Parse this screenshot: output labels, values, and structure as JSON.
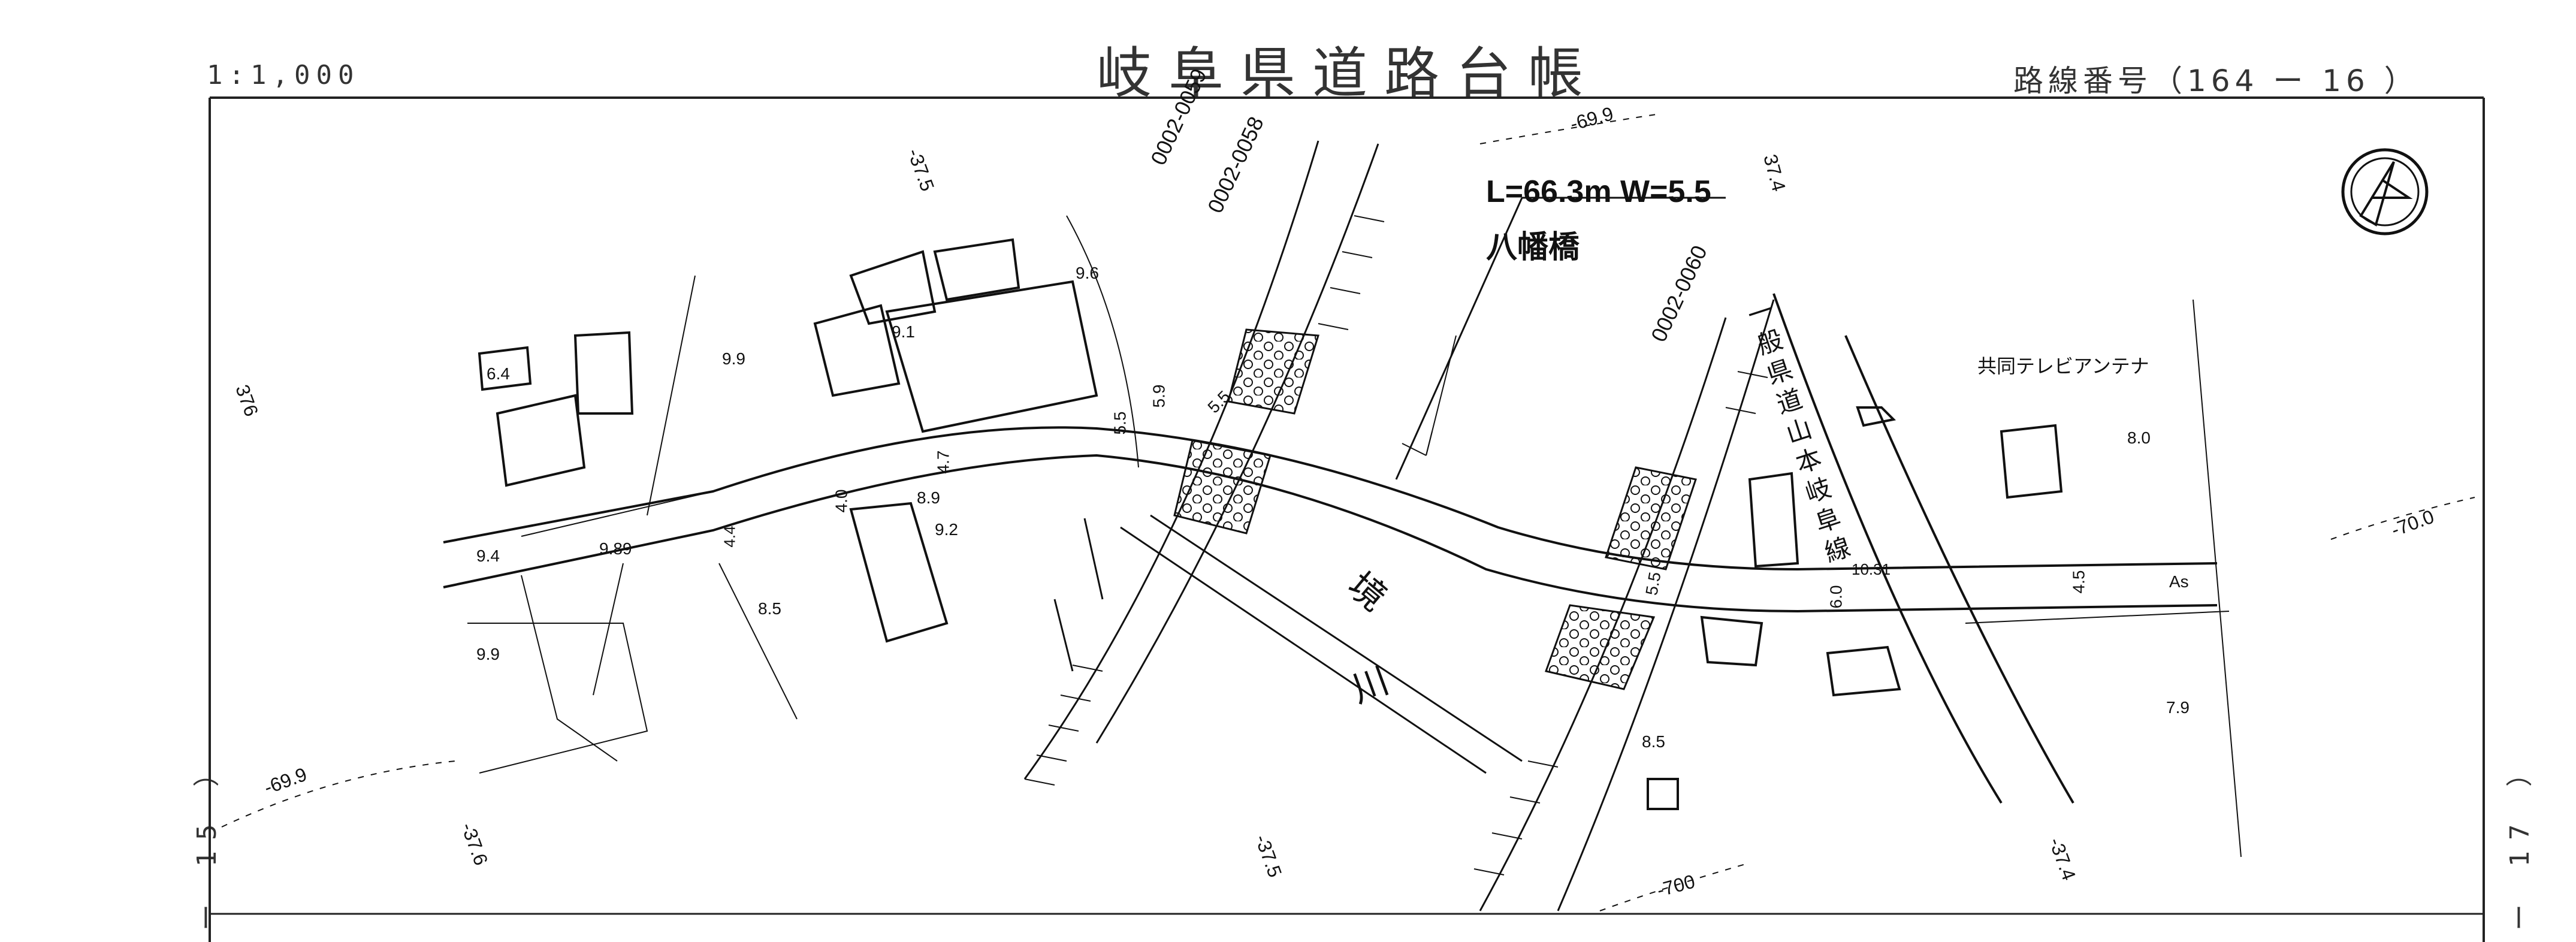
{
  "header": {
    "scale": "1:1,000",
    "title": "岐阜県道路台帳",
    "route_number": "路線番号（164 ー 16 ）"
  },
  "side_pages": {
    "left": "ー 15 ）",
    "right": "ー 17 ）"
  },
  "bridge": {
    "dimensions": "L=66.3m W=5.5",
    "name": "八幡橋"
  },
  "river": {
    "char1": "境",
    "char2": "川"
  },
  "road_name": "一般県道山本岐阜線",
  "codes": {
    "c59": "0002-0059",
    "c58": "0002-0058",
    "c60": "0002-0060"
  },
  "facility": "共同テレビアンテナ",
  "contours": {
    "c375a": "-37.5",
    "c376a": "376",
    "c699a": "-69.9",
    "c374a": "37.4",
    "c699b": "-69.9",
    "c376b": "-37.6",
    "c375b": "-37.5",
    "c700a": "-700",
    "c374b": "-37.4",
    "c700b": "-70.0"
  },
  "widths": {
    "w59": "5.9",
    "w55a": "5.5",
    "w55b": "5.5",
    "w55c": "5.5",
    "w47": "4.7",
    "w40": "4.0",
    "w44": "4.4",
    "w60": "6.0",
    "w45": "4.5",
    "w1031": "10.31"
  },
  "spots": {
    "s64": "6.4",
    "s99a": "9.9",
    "s91": "9.1",
    "s96": "9.6",
    "s89": "8.9",
    "s92": "9.2",
    "s94": "9.4",
    "s989": "9.89",
    "s85a": "8.5",
    "s99b": "9.9",
    "s85b": "8.5",
    "s80": "8.0",
    "s79": "7.9",
    "sAs": "As"
  },
  "colors": {
    "ink": "#111111",
    "frame": "#222222",
    "paper": "#ffffff"
  }
}
